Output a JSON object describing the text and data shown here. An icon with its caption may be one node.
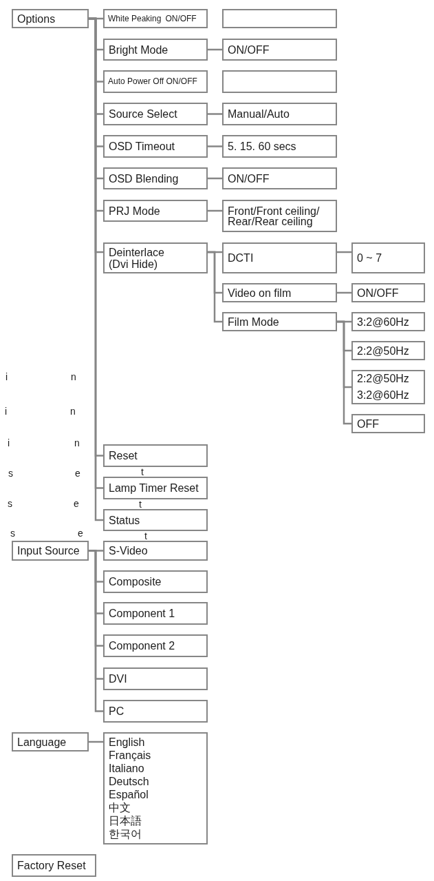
{
  "diagram": {
    "nodes": [
      {
        "text": [
          "Options"
        ]
      },
      {
        "text": [
          "White Peaking",
          "ON/OFF"
        ]
      },
      {
        "text": [],
        "shape": "box"
      },
      {
        "text": [
          "Bright Mode"
        ]
      },
      {
        "text": [
          "ON/OFF"
        ]
      },
      {
        "text": [
          "Auto Power Off ON/OFF"
        ]
      },
      {
        "text": [],
        "shape": "box"
      },
      {
        "text": [
          "Source Select"
        ]
      },
      {
        "text": [
          "Manual/Auto"
        ]
      },
      {
        "text": [
          "OSD Timeout"
        ]
      },
      {
        "text": [
          "5. 15. 60 secs"
        ]
      },
      {
        "text": [
          "OSD Blending"
        ]
      },
      {
        "text": [
          "ON/OFF"
        ]
      },
      {
        "text": [
          "PRJ Mode"
        ]
      },
      {
        "text": [
          "Front/Front ceiling/ Rear/Rear ceiling"
        ]
      },
      {
        "text": [
          "Deinterlace (Dvi Hide)"
        ]
      },
      {
        "text": [
          "DCTI"
        ]
      },
      {
        "text": [
          "0 ~ 7"
        ]
      },
      {
        "text": [
          "Video on film"
        ]
      },
      {
        "text": [
          "ON/OFF"
        ]
      },
      {
        "text": [
          "Film Mode"
        ]
      },
      {
        "text": [
          "3:2@60Hz"
        ]
      },
      {
        "text": [
          "2:2@50Hz"
        ]
      },
      {
        "text": [
          "2:2@50Hz 3:2@60Hz"
        ]
      },
      {
        "text": [
          "OFF"
        ]
      },
      {
        "text": [
          "Reset"
        ]
      },
      {
        "text": [
          "Lamp Timer Reset"
        ]
      },
      {
        "text": [
          "Status"
        ]
      },
      {
        "text": [
          "Input Source"
        ]
      },
      {
        "text": [
          "S-Video"
        ]
      },
      {
        "text": [
          "Composite"
        ]
      },
      {
        "text": [
          "Component 1"
        ]
      },
      {
        "text": [
          "Component 2"
        ]
      },
      {
        "text": [
          "DVI"
        ]
      },
      {
        "text": [
          "PC"
        ]
      },
      {
        "text": [
          "Language"
        ]
      },
      {
        "text": [
          "English",
          "Français",
          "Italiano",
          "Deutsch",
          "Español",
          "中文",
          "日本語",
          "한국어"
        ]
      },
      {
        "text": [
          "Factory Reset"
        ]
      }
    ],
    "edges": [
      {
        "from": 0,
        "to": 1,
        "arrow": "none"
      },
      {
        "from": 0,
        "to": 3,
        "arrow": "none"
      },
      {
        "from": 0,
        "to": 5,
        "arrow": "none"
      },
      {
        "from": 0,
        "to": 7,
        "arrow": "none"
      },
      {
        "from": 0,
        "to": 9,
        "arrow": "none"
      },
      {
        "from": 0,
        "to": 11,
        "arrow": "none"
      },
      {
        "from": 0,
        "to": 13,
        "arrow": "none"
      },
      {
        "from": 0,
        "to": 15,
        "arrow": "none"
      },
      {
        "from": 0,
        "to": 25,
        "arrow": "none"
      },
      {
        "from": 0,
        "to": 26,
        "arrow": "none"
      },
      {
        "from": 0,
        "to": 27,
        "arrow": "none"
      },
      {
        "from": 3,
        "to": 4,
        "arrow": "none"
      },
      {
        "from": 7,
        "to": 8,
        "arrow": "none"
      },
      {
        "from": 9,
        "to": 10,
        "arrow": "none"
      },
      {
        "from": 11,
        "to": 12,
        "arrow": "none"
      },
      {
        "from": 13,
        "to": 14,
        "arrow": "none"
      },
      {
        "from": 15,
        "to": 16,
        "arrow": "none"
      },
      {
        "from": 15,
        "to": 18,
        "arrow": "none"
      },
      {
        "from": 15,
        "to": 20,
        "arrow": "none"
      },
      {
        "from": 16,
        "to": 17,
        "arrow": "none"
      },
      {
        "from": 18,
        "to": 19,
        "arrow": "none"
      },
      {
        "from": 20,
        "to": 21,
        "arrow": "none"
      },
      {
        "from": 20,
        "to": 22,
        "arrow": "none"
      },
      {
        "from": 20,
        "to": 23,
        "arrow": "none"
      },
      {
        "from": 20,
        "to": 24,
        "arrow": "none"
      },
      {
        "from": 28,
        "to": 29,
        "arrow": "none"
      },
      {
        "from": 28,
        "to": 30,
        "arrow": "none"
      },
      {
        "from": 28,
        "to": 31,
        "arrow": "none"
      },
      {
        "from": 28,
        "to": 32,
        "arrow": "none"
      },
      {
        "from": 28,
        "to": 33,
        "arrow": "none"
      },
      {
        "from": 28,
        "to": 34,
        "arrow": "none"
      },
      {
        "from": 35,
        "to": 36,
        "arrow": "none"
      }
    ],
    "labels": [
      "i",
      "n",
      "i",
      "n",
      "i",
      "n",
      "s",
      "e",
      "t",
      "s",
      "e",
      "t",
      "s",
      "e",
      "t"
    ]
  }
}
